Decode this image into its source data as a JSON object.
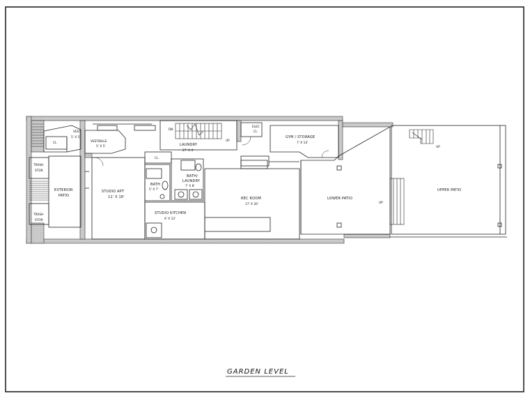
{
  "title": "GARDEN LEVEL",
  "rooms": {
    "vest": {
      "name": "VEST",
      "dims": "5' X 5'"
    },
    "cl_vest": {
      "name": "CL"
    },
    "vestibule": {
      "name": "VESTIBULE",
      "dims": "5' X 5'"
    },
    "trash_stor_top": {
      "line1": "TRASH",
      "line2": "STOR"
    },
    "exterior_patio": {
      "line1": "EXTERIOR",
      "line2": "PATIO"
    },
    "trash_stor_bottom": {
      "line1": "TRASH",
      "line2": "STOR"
    },
    "studio_apt": {
      "name": "STUDIO APT",
      "dims": "11' X 16'"
    },
    "cl_laundry": {
      "name": "CL"
    },
    "laundry": {
      "name": "LAUNDRY",
      "dims": "27' X 4'"
    },
    "elec_cl": {
      "line1": "ELEC",
      "line2": "CL"
    },
    "gym_storage": {
      "name": "GYM / STORAGE",
      "dims": "7' X 14'"
    },
    "bath_studio": {
      "name": "BATH",
      "dims": "5' X 7'"
    },
    "bath_laundry": {
      "line1": "BATH/",
      "line2": "LAUNDRY",
      "dims": "7' X 8'"
    },
    "studio_kitchen": {
      "name": "STUDIO KITCHEN",
      "dims": "6' X 12'"
    },
    "rec_room": {
      "name": "REC ROOM",
      "dims": "17' X 20'"
    },
    "lower_patio": {
      "name": "LOWER PATIO"
    },
    "upper_patio": {
      "name": "UPPER PATIO"
    }
  },
  "stair_labels": {
    "dn": "DN",
    "up_laundry": "UP",
    "up_upper": "UP",
    "up_lower": "UP"
  }
}
